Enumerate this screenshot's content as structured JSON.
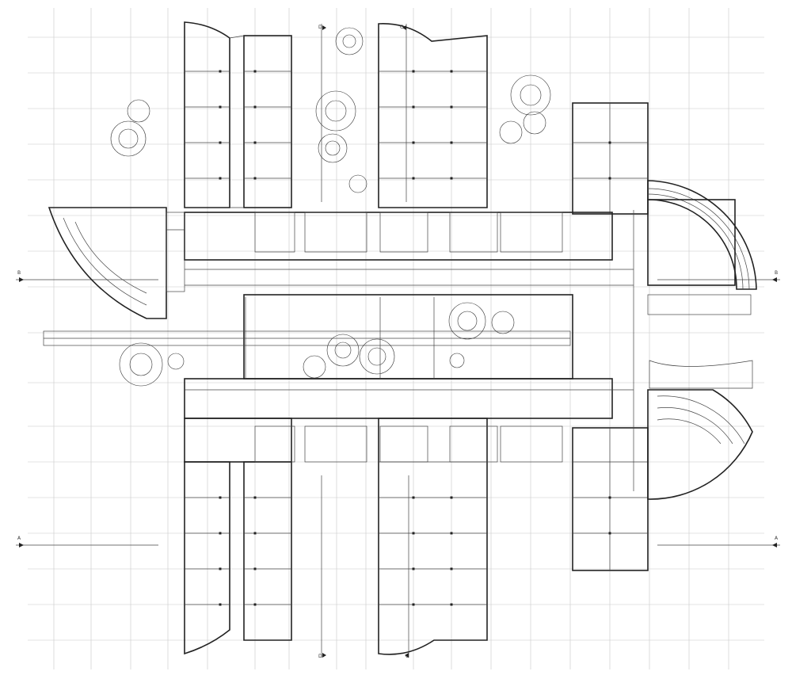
{
  "drawing": {
    "type": "architectural floor plan",
    "section_marks": {
      "left_top": "B",
      "left_bottom": "A",
      "right_top": "B",
      "right_bottom": "A",
      "top_a": "D",
      "top_b": "C",
      "bottom_a": "D",
      "bottom_b": "C"
    },
    "colors": {
      "line": "#222222",
      "grid": "#c8c8c8",
      "background": "#ffffff"
    }
  }
}
